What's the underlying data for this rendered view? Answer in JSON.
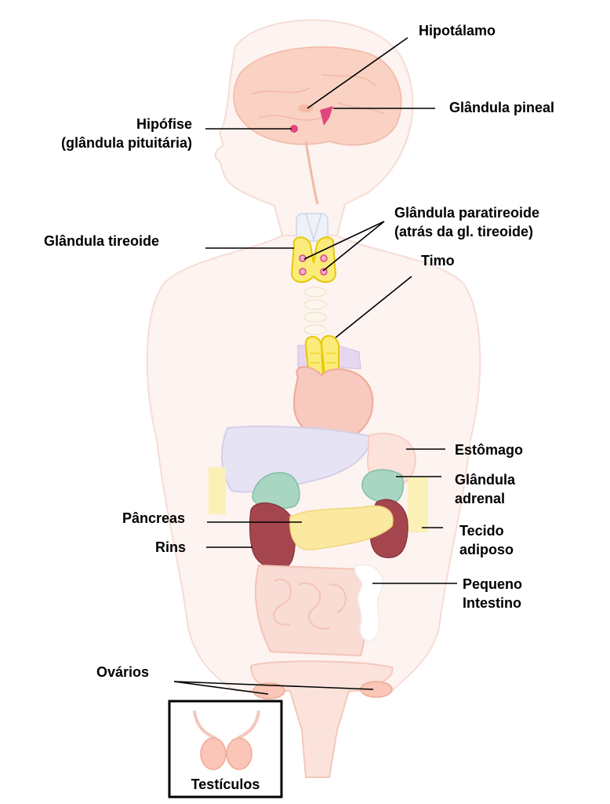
{
  "labels": {
    "hypothalamus": "Hipotálamo",
    "pineal": "Glândula pineal",
    "pituitary_line1": "Hipófise",
    "pituitary_line2": "(glândula pituitária)",
    "thyroid": "Glândula tireoide",
    "parathyroid_line1": "Glândula paratireoide",
    "parathyroid_line2": "(atrás da gl. tireoide)",
    "thymus": "Timo",
    "stomach": "Estômago",
    "adrenal_line1": "Glândula",
    "adrenal_line2": "adrenal",
    "adipose_line1": "Tecido",
    "adipose_line2": "adiposo",
    "pancreas": "Pâncreas",
    "kidneys": "Rins",
    "intestine_line1": "Pequeno",
    "intestine_line2": "Intestino",
    "ovaries": "Ovários",
    "testicles": "Testículos"
  },
  "colors": {
    "body_outline": "#f6ddd5",
    "brain": "#f9d2c4",
    "gland_pink": "#e0457e",
    "thyroid_yellow": "#fbeb7a",
    "thyroid_outline": "#e7c800",
    "heart": "#f7c9bf",
    "liver": "#d9d4ec",
    "adrenal": "#a9d6c3",
    "kidney": "#a5464e",
    "pancreas": "#fbe9a1",
    "intestine": "#f9d7ce",
    "line": "#000000"
  }
}
